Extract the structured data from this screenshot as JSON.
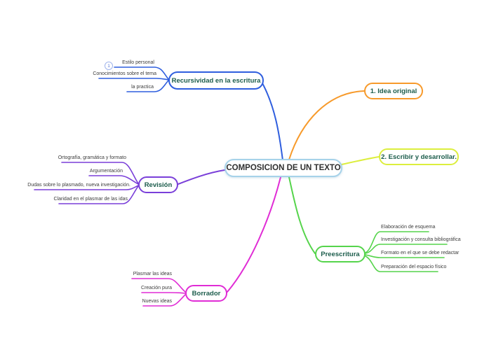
{
  "central_topic": {
    "label": "COMPOSICION DE UN TEXTO"
  },
  "colors": {
    "central_border": "#a6d2e9",
    "topic_text": "#1b5c4b",
    "recursividad": "#2f5ede",
    "idea_original": "#f79a2b",
    "escribir": "#dcee3d",
    "preescritura": "#55d44b",
    "revision": "#7a3fd9",
    "borrador": "#e02cd5"
  },
  "branches": {
    "recursividad": {
      "label": "Recursividad en la escritura",
      "color": "#2f5ede",
      "children": [
        {
          "badge": "1",
          "label": "Estilo personal"
        },
        {
          "label": "Conocimientos sobre el tema"
        },
        {
          "label": "la practica"
        }
      ]
    },
    "idea_original": {
      "label": "1. Idea original",
      "color": "#f79a2b",
      "children": []
    },
    "escribir": {
      "label": "2. Escribir y desarrollar.",
      "color": "#dcee3d",
      "children": []
    },
    "preescritura": {
      "label": "Preescritura",
      "color": "#55d44b",
      "children": [
        {
          "label": "Elaboración de esquema"
        },
        {
          "label": "Investigación y consulta bibliográfica"
        },
        {
          "label": "Formato en el que se debe redactar"
        },
        {
          "label": "Preparación del espacio físico"
        }
      ]
    },
    "revision": {
      "label": "Revisión",
      "color": "#7a3fd9",
      "children": [
        {
          "label": "Ortografía, gramática y formato"
        },
        {
          "label": "Argumentación"
        },
        {
          "label": "Dudas sobre lo plasmado, nueva investigación."
        },
        {
          "label": "Claridad en el plasmar de las idas"
        }
      ]
    },
    "borrador": {
      "label": "Borrador",
      "color": "#e02cd5",
      "children": [
        {
          "label": "Plasmar las ideas"
        },
        {
          "label": "Creación pura"
        },
        {
          "label": "Nuevas ideas"
        }
      ]
    }
  }
}
